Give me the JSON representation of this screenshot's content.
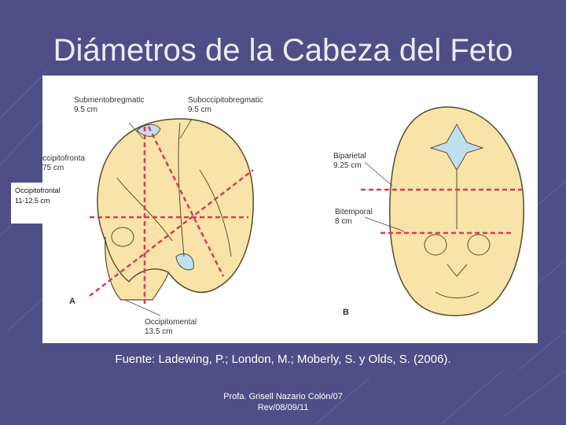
{
  "slide": {
    "title": "Diámetros de la Cabeza del Feto",
    "source": "Fuente: Ladewing, P.; London, M.;  Moberly, S. y Olds, S. (2006).",
    "footer_line1": "Profa. Grisell Nazario Colón/07",
    "footer_line2": "Rev/08/09/11"
  },
  "figure": {
    "labels": {
      "submentobregmatic_name": "Submentobregmatic",
      "submentobregmatic_value": "9.5 cm",
      "suboccipitobregmatic_name": "Suboccipitobregmatic",
      "suboccipitobregmatic_value": "9.5 cm",
      "occipitofrontal_partial_name": "ccipitofronta",
      "occipitofrontal_partial_value": "75 cm",
      "occipitofrontal_box_name": "Occipitofrontal",
      "occipitofrontal_box_value": "11-12.5 cm",
      "biparietal_name": "Biparietal",
      "biparietal_value": "9.25 cm",
      "bitemporal_name": "Bitemporal",
      "bitemporal_value": "8 cm",
      "occipitomental_name": "Occipitomental",
      "occipitomental_value": "13.5 cm",
      "letter_a": "A",
      "letter_b": "B"
    },
    "colors": {
      "skull_fill": "#f8e4a8",
      "fontanelle_fill": "#bfe0ee",
      "dashed_line": "#d93a5a",
      "outline": "#5a4a30"
    }
  }
}
